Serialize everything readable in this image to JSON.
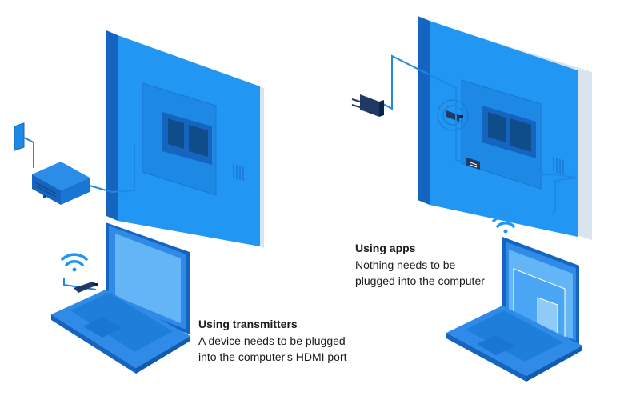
{
  "transmitters": {
    "heading": "Using transmitters",
    "line1": "A device needs to be plugged",
    "line2": "into the computer's HDMI port"
  },
  "apps": {
    "heading": "Using apps",
    "line1": "Nothing needs to be",
    "line2": "plugged into the computer"
  },
  "colors": {
    "display_front": "#2196f3",
    "display_side": "#1565c0",
    "display_shade": "#d9e4ef",
    "screen_inner": "#1e88e5",
    "cable": "#1e88e5",
    "laptop_body": "#2f8ae8",
    "laptop_screen": "#64b5f6",
    "device_dark": "#1f3a66",
    "wifi": "#2196f3",
    "text": "#1a1a1a"
  }
}
